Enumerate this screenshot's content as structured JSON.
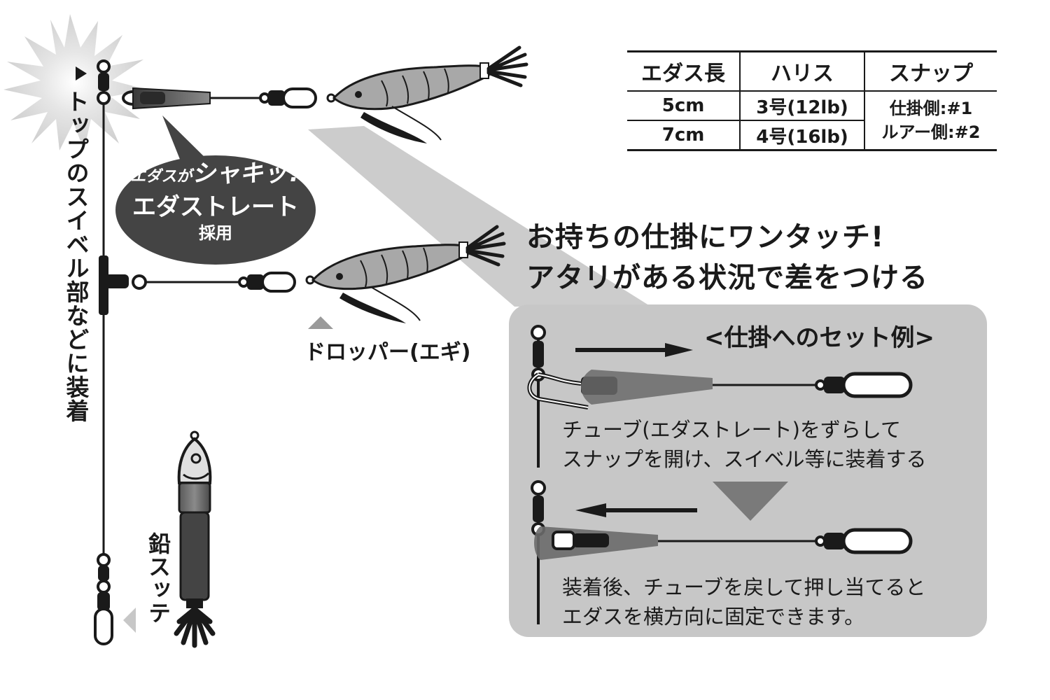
{
  "vertical_label": "トップのスイベル部などに装着",
  "bubble": {
    "line1_a": "エダスが",
    "line1_b": "シャキッ!",
    "line2": "エダストレート",
    "line3": "採用"
  },
  "dropper_label": "ドロッパー(エギ)",
  "sinker_label": "鉛スッテ",
  "spec_table": {
    "headers": [
      "エダス長",
      "ハリス",
      "スナップ"
    ],
    "rows": [
      [
        "5cm",
        "3号(12lb)"
      ],
      [
        "7cm",
        "4号(16lb)"
      ]
    ],
    "snap_line1": "仕掛側:#1",
    "snap_line2": "ルアー側:#2"
  },
  "headline": {
    "line1": "お持ちの仕掛にワンタッチ!",
    "line2": "アタリがある状況で差をつける"
  },
  "panel": {
    "title": "<仕掛へのセット例>",
    "step1_line1": "チューブ(エダストレート)をずらして",
    "step1_line2": "スナップを開け、スイベル等に装着する",
    "step2_line1": "装着後、チューブを戻して押し当てると",
    "step2_line2": "エダスを横方向に固定できます。"
  },
  "colors": {
    "ink": "#1a1a1a",
    "gray_light": "#c7c7c7",
    "gray_mid": "#9a9a9a",
    "gray_dark": "#444444"
  }
}
